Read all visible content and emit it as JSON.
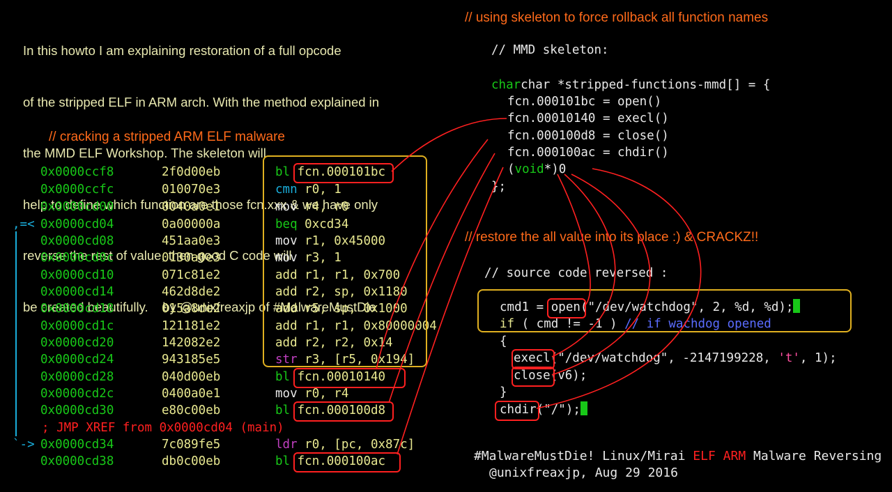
{
  "intro": {
    "lines": [
      "In this howto I am explaining restoration of a full opcode",
      "of the stripped ELF in ARM arch. With the method explained in",
      "the MMD ELF Workshop. The skeleton will",
      "help to define which function are those fcn.xxx & we have only",
      "reverse the rest of value, then good C code will",
      "be created beautifully.    by @unixfreaxjp of #MalwareMustDie"
    ]
  },
  "left": {
    "heading": "// cracking a stripped ARM ELF malware",
    "rows": [
      {
        "addr": "0x0000ccf8",
        "hex": "2f0d00eb",
        "mn": "bl",
        "op": "fcn.000101bc"
      },
      {
        "addr": "0x0000ccfc",
        "hex": "010070e3",
        "mn": "cmn",
        "op": "r0, 1"
      },
      {
        "addr": "0x0000cd00",
        "hex": "0040a0e1",
        "mn": "mov",
        "op": "r4, r0"
      },
      {
        "addr": "0x0000cd04",
        "hex": "0a00000a",
        "mn": "beq",
        "op": "0xcd34"
      },
      {
        "addr": "0x0000cd08",
        "hex": "451aa0e3",
        "mn": "mov",
        "op": "r1, 0x45000"
      },
      {
        "addr": "0x0000cd0c",
        "hex": "0130a0e3",
        "mn": "mov",
        "op": "r3, 1"
      },
      {
        "addr": "0x0000cd10",
        "hex": "071c81e2",
        "mn": "add",
        "op": "r1, r1, 0x700"
      },
      {
        "addr": "0x0000cd14",
        "hex": "462d8de2",
        "mn": "add",
        "op": "r2, sp, 0x1180"
      },
      {
        "addr": "0x0000cd18",
        "hex": "015a8de2",
        "mn": "add",
        "op": "r5, sp, 0x1000"
      },
      {
        "addr": "0x0000cd1c",
        "hex": "121181e2",
        "mn": "add",
        "op": "r1, r1, 0x80000004"
      },
      {
        "addr": "0x0000cd20",
        "hex": "142082e2",
        "mn": "add",
        "op": "r2, r2, 0x14"
      },
      {
        "addr": "0x0000cd24",
        "hex": "943185e5",
        "mn": "str",
        "op": "r3, [r5, 0x194]"
      },
      {
        "addr": "0x0000cd28",
        "hex": "040d00eb",
        "mn": "bl",
        "op": "fcn.00010140"
      },
      {
        "addr": "0x0000cd2c",
        "hex": "0400a0e1",
        "mn": "mov",
        "op": "r0, r4"
      },
      {
        "addr": "0x0000cd30",
        "hex": "e80c00eb",
        "mn": "bl",
        "op": "fcn.000100d8"
      },
      {
        "xref": "; JMP XREF from 0x0000cd04 (main)"
      },
      {
        "addr": "0x0000cd34",
        "hex": "7c089fe5",
        "mn": "ldr",
        "op": "r0, [pc, 0x87c]"
      },
      {
        "addr": "0x0000cd38",
        "hex": "db0c00eb",
        "mn": "bl",
        "op": "fcn.000100ac"
      }
    ],
    "gutter_top": ",=<",
    "gutter_bottom": "`->"
  },
  "right": {
    "heading1": "// using skeleton to force rollback all function names",
    "skeleton_comment": "// MMD skeleton:",
    "skeleton_open": "char *stripped-functions-mmd[] = {",
    "skeleton_lines": [
      "fcn.000101bc = open()",
      "fcn.00010140 = execl()",
      "fcn.000100d8 = close()",
      "fcn.000100ac = chdir()"
    ],
    "skeleton_void_a": "(",
    "skeleton_void_kw": "void",
    "skeleton_void_b": "*)0",
    "skeleton_close": "};",
    "heading2": "// restore the all value into its place :) & CRACKZ!!",
    "src_comment": "// source code reversed :",
    "src": {
      "l1_a": "cmd1 = ",
      "l1_fn": "open",
      "l1_b": "(\"/dev/watchdog\", 2, %d, %d);",
      "l2_kw": "if",
      "l2_a": " ( cmd != -1 ) ",
      "l2_cm": "// if wachdog opened",
      "l3": "{",
      "l4_fn": "execl",
      "l4_a": "(\"/dev/watchdog\", -2147199228, ",
      "l4_s": "'t'",
      "l4_b": ", 1);",
      "l5_fn": "close",
      "l5_a": "(v6);",
      "l6": "}",
      "l7_fn": "chdir",
      "l7_a": "(\"/\");"
    },
    "footer1_a": "#MalwareMustDie! Linux/Mirai ",
    "footer1_elf": "ELF",
    "footer1_sp": " ",
    "footer1_arm": "ARM",
    "footer1_b": " Malware Reversing",
    "footer2": "@unixfreaxjp, Aug 29 2016"
  }
}
